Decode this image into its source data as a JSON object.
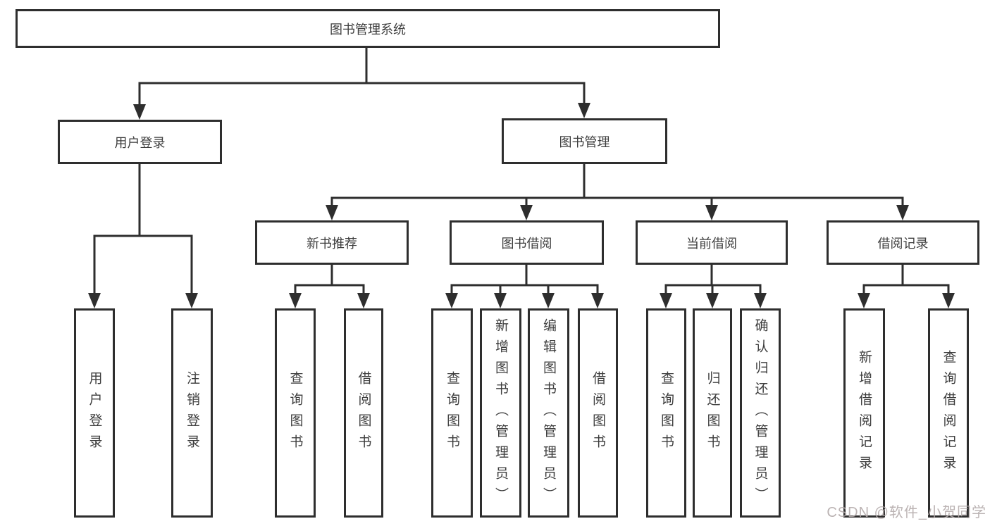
{
  "diagram": {
    "root": {
      "label": "图书管理系统"
    },
    "branches": [
      {
        "label": "用户登录",
        "children": [
          {
            "label": "用户登录"
          },
          {
            "label": "注销登录"
          }
        ]
      },
      {
        "label": "图书管理",
        "children": [
          {
            "label": "新书推荐",
            "children": [
              {
                "label": "查询图书"
              },
              {
                "label": "借阅图书"
              }
            ]
          },
          {
            "label": "图书借阅",
            "children": [
              {
                "label": "查询图书"
              },
              {
                "label": "新增图书（管理员）"
              },
              {
                "label": "编辑图书（管理员）"
              },
              {
                "label": "借阅图书"
              }
            ]
          },
          {
            "label": "当前借阅",
            "children": [
              {
                "label": "查询图书"
              },
              {
                "label": "归还图书"
              },
              {
                "label": "确认归还（管理员）"
              }
            ]
          },
          {
            "label": "借阅记录",
            "children": [
              {
                "label": "新增借阅记录"
              },
              {
                "label": "查询借阅记录"
              }
            ]
          }
        ]
      }
    ]
  },
  "watermark": {
    "text": "CSDN @软件_小贺同学"
  },
  "colors": {
    "line": "#2e2e2e",
    "text": "#3d3d3d",
    "watermark": "#b2a8a8"
  }
}
